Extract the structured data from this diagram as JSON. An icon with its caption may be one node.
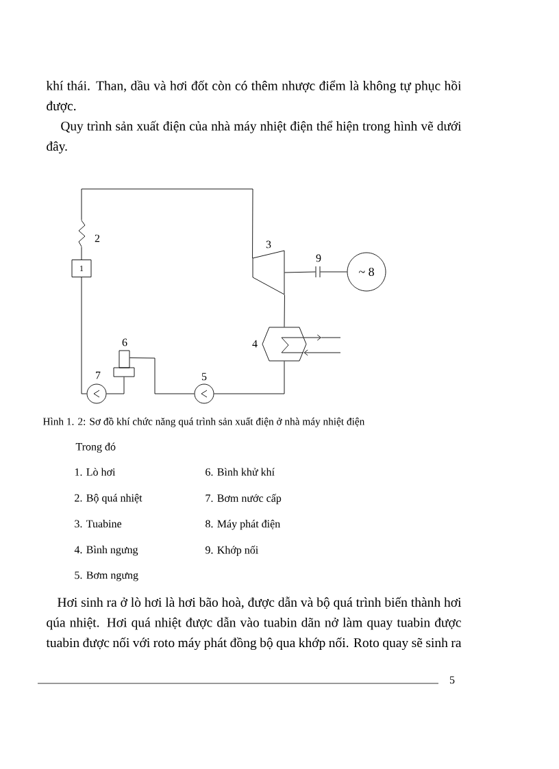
{
  "diagram": {
    "caption": "Hình 1. 2: Sơ đồ khí chức năng quá trình sản xuất điện ở nhà máy nhiệt điện",
    "nodes": [
      {
        "text": [
          "1"
        ]
      },
      {
        "text": [],
        "shape": "zigzag"
      },
      {
        "text": [],
        "shape": "trapezoid"
      },
      {
        "text": [],
        "shape": "coupling"
      },
      {
        "text": [
          "~ 8"
        ]
      },
      {
        "text": [],
        "shape": "hexagon"
      },
      {
        "text": [],
        "shape": "circle"
      },
      {
        "text": [],
        "shape": "box"
      },
      {
        "text": [],
        "shape": "circle"
      }
    ],
    "edges": [
      {
        "from": 0,
        "to": 1,
        "arrow": "none"
      },
      {
        "from": 1,
        "to": 2,
        "arrow": "none"
      },
      {
        "from": 2,
        "to": 3,
        "arrow": "none"
      },
      {
        "from": 3,
        "to": 4,
        "arrow": "none"
      },
      {
        "from": 2,
        "to": 5,
        "arrow": "none"
      },
      {
        "from": 5,
        "to": 8,
        "arrow": "none"
      },
      {
        "from": 8,
        "to": 7,
        "arrow": "none"
      },
      {
        "from": 7,
        "to": 6,
        "arrow": "none"
      },
      {
        "from": 6,
        "to": 0,
        "arrow": "none"
      },
      {
        "from": 5,
        "to": null,
        "arrow": "to"
      },
      {
        "from": null,
        "to": 5,
        "arrow": "to"
      }
    ],
    "labels": [
      "khí thái. Than, dầu và hơi đốt còn có thêm nhược điểm là không tự phục hồi được.",
      "Quy trình sản xuất điện của nhà máy nhiệt điện thể hiện trong hình vẽ dưới đây.",
      "2",
      "3",
      "9",
      "6",
      "4",
      "7",
      "5",
      "Trong đó",
      "1. Lò hơi",
      "6. Bình khử khí",
      "2. Bộ quá nhiệt",
      "7. Bơm nước cấp",
      "3. Tuabine",
      "8. Máy phát điện",
      "4. Bình ngưng",
      "9. Khớp nối",
      "5. Bơm ngưng",
      "Hơi sinh ra ở lò hơi là hơi bão hoà, được dẫn và bộ quá trình biến thành hơi qúa nhiệt. Hơi quá nhiệt được dẫn vào tuabin dãn nở làm quay tuabin được tuabin được nối với roto máy phát đồng bộ qua khớp nối. Roto quay sẽ sinh ra",
      "5"
    ]
  }
}
